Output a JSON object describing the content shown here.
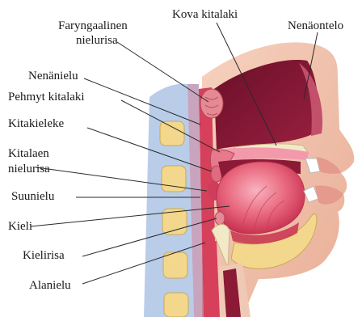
{
  "diagram": {
    "labels": {
      "faryngaalinen_1": "Faryngaalinen",
      "faryngaalinen_2": "nielurisa",
      "kova_kitalaki": "Kova kitalaki",
      "nenaontelo": "Nenäontelo",
      "nenanielu": "Nenänielu",
      "pehmyt_kitalaki": "Pehmyt kitalaki",
      "kitakieleke": "Kitakieleke",
      "kitalaen_1": "Kitalaen",
      "kitalaen_2": "nielurisa",
      "suunielu": "Suunielu",
      "kieli": "Kieli",
      "kielirisa": "Kielirisa",
      "alanielu": "Alanielu"
    },
    "colors": {
      "background": "#ffffff",
      "cavity": "#8a1a35",
      "cavity_dark": "#5e0c23",
      "skin": "#f1c3ad",
      "skin_shadow": "#d89a86",
      "tongue": "#e8566e",
      "tongue_light": "#f39aa8",
      "spine": "#f2d78c",
      "spine_bg": "#b9cde9",
      "palate_bone": "#f2e9c8",
      "mucosa": "#d6405b",
      "tonsil": "#e37d86"
    }
  }
}
